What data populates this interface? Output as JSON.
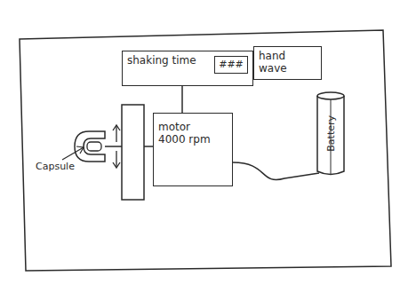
{
  "diagram": {
    "nodes": [
      {
        "text": [
          "shaking time"
        ]
      },
      {
        "text": [
          "###"
        ],
        "in": 0
      },
      {
        "text": [
          "hand wave"
        ]
      },
      {
        "text": [
          "motor 4000 rpm"
        ]
      },
      {
        "text": [
          "Battery"
        ]
      }
    ],
    "edges": [
      {
        "from": 0,
        "to": 3,
        "arrow": "none"
      },
      {
        "from": 3,
        "to": 4,
        "arrow": "none"
      }
    ],
    "labels": [
      "Capsule"
    ]
  }
}
